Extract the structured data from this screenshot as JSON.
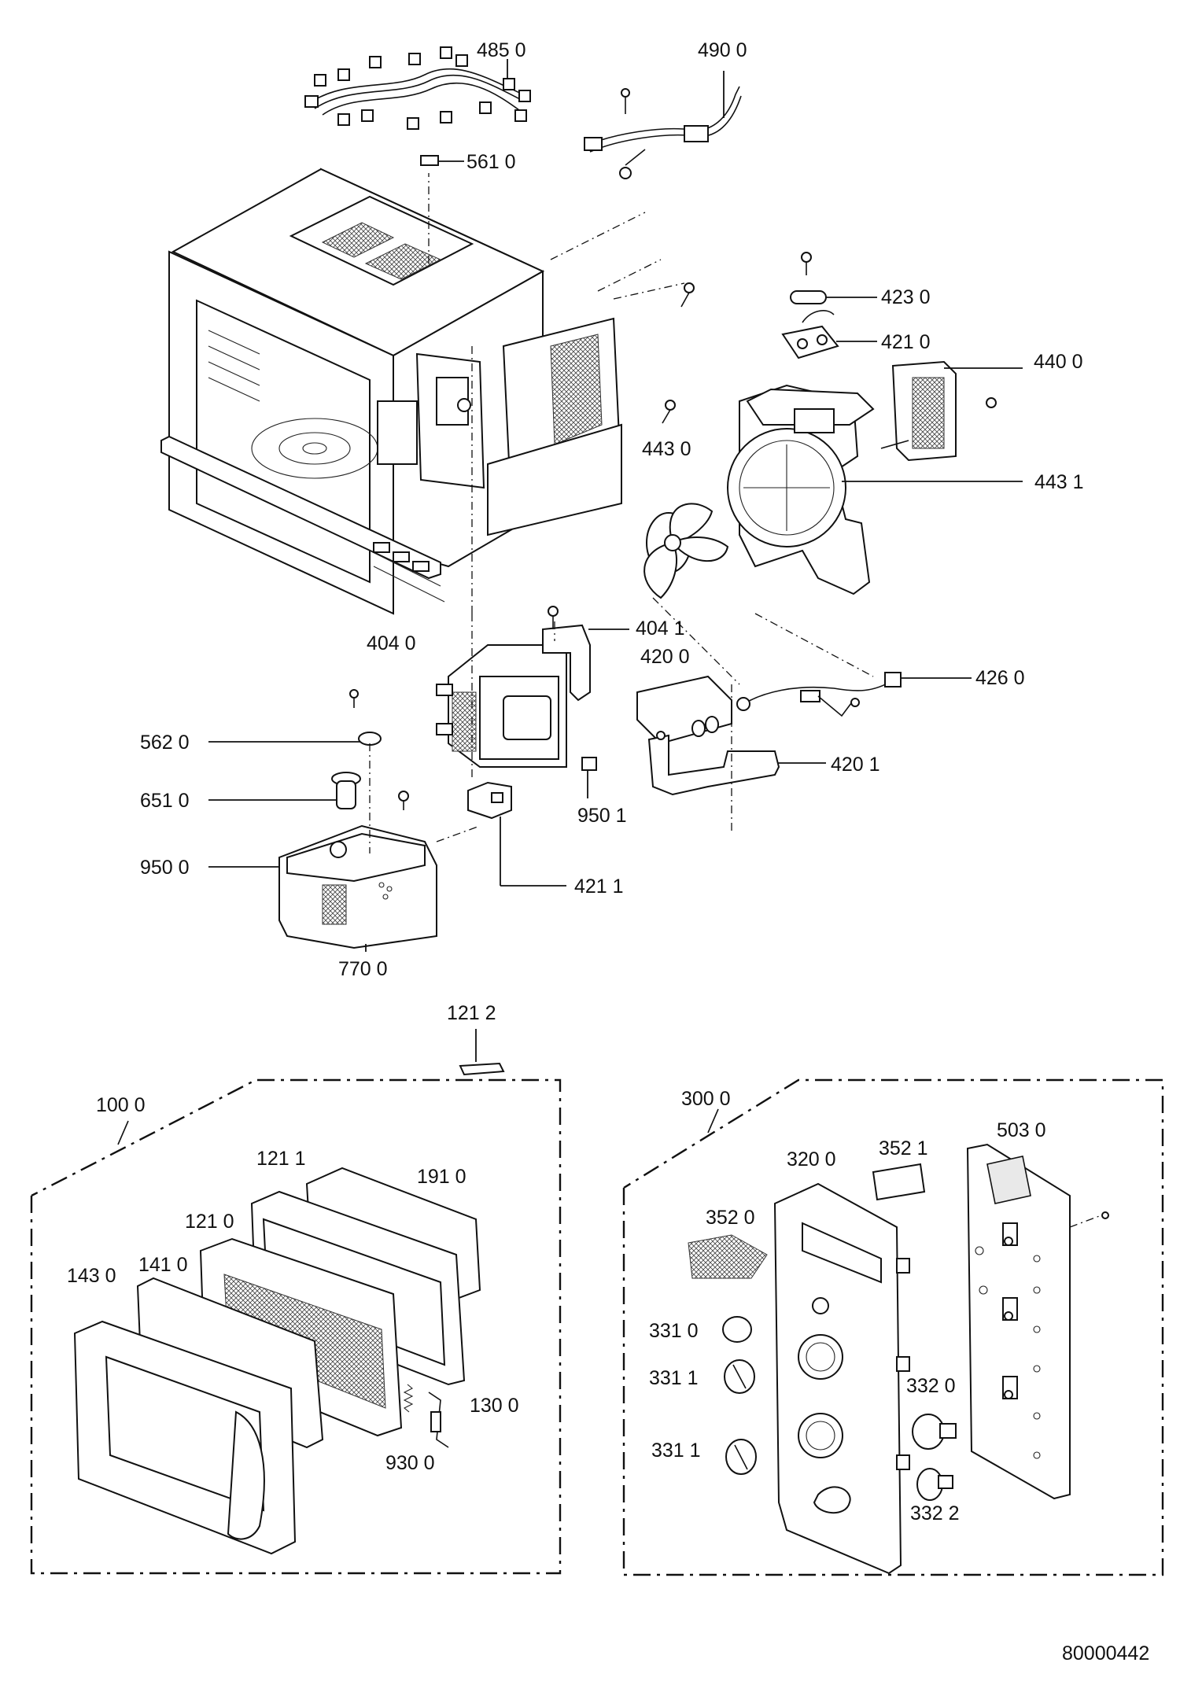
{
  "diagram": {
    "doc_number": "80000442",
    "labels": {
      "p4850": "485 0",
      "p4900": "490 0",
      "p5610": "561 0",
      "p4230": "423 0",
      "p4210": "421 0",
      "p4400": "440 0",
      "p4430": "443 0",
      "p4431": "443 1",
      "p4040": "404 0",
      "p4041": "404 1",
      "p4200": "420 0",
      "p4260": "426 0",
      "p5620": "562 0",
      "p4201": "420 1",
      "p6510": "651 0",
      "p9501": "950 1",
      "p9500": "950 0",
      "p4211": "421 1",
      "p7700": "770 0",
      "p1212": "121 2",
      "p1000": "100 0",
      "p3000": "300 0",
      "p1211": "121 1",
      "p1910": "191 0",
      "p1210": "121 0",
      "p1430": "143 0",
      "p1410": "141 0",
      "p1300": "130 0",
      "p9300": "930 0",
      "p5030": "503 0",
      "p3521": "352 1",
      "p3200": "320 0",
      "p3520": "352 0",
      "p3310": "331 0",
      "p3311a": "331 1",
      "p3320": "332 0",
      "p3311b": "331 1",
      "p3322": "332 2"
    }
  }
}
